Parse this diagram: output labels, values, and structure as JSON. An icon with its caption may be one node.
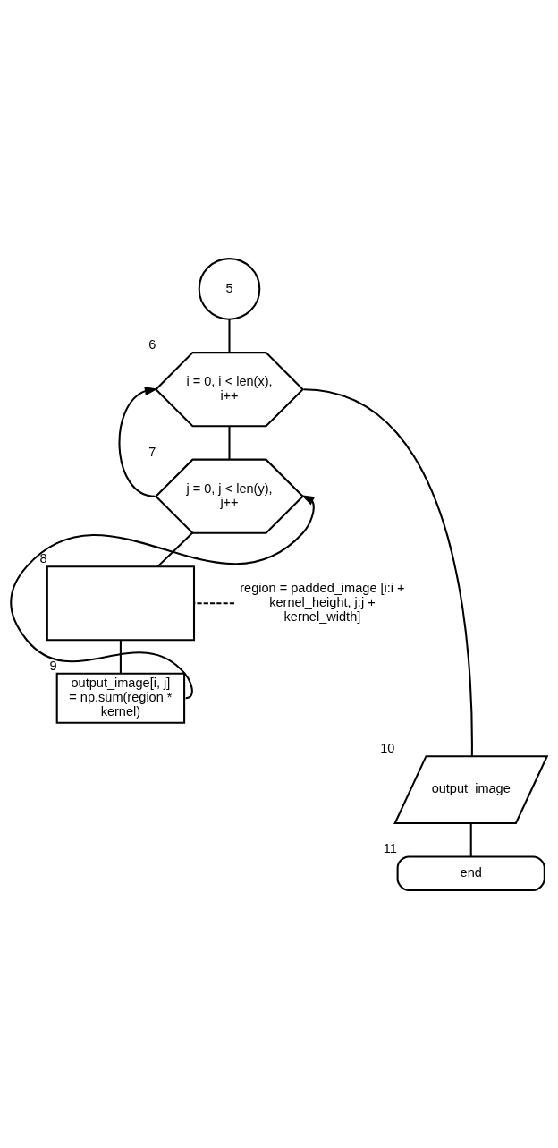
{
  "diagram": {
    "nodes": [
      {
        "text": [
          "5"
        ]
      },
      {
        "text": [
          "i = 0, i < len(x), i++"
        ],
        "beside": [
          "6"
        ]
      },
      {
        "text": [
          "j = 0, j < len(y), j++"
        ],
        "beside": [
          "7"
        ]
      },
      {
        "text": [
          "region = padded_image [i:i + kernel_height, j:j + kernel_width]"
        ]
      },
      {
        "text": [],
        "shape": "box",
        "beside": [
          "8"
        ]
      },
      {
        "text": [
          "output_image[i, j] = np.sum(region * kernel)"
        ],
        "beside": [
          "9"
        ]
      },
      {
        "text": [
          "output_image"
        ],
        "beside": [
          "10"
        ]
      },
      {
        "text": [
          "end"
        ],
        "beside": [
          "11"
        ]
      }
    ],
    "edges": [
      {
        "from": 0,
        "to": 1,
        "arrow": "none"
      },
      {
        "from": 1,
        "to": 2,
        "arrow": "none"
      },
      {
        "from": 2,
        "to": 4,
        "arrow": "none"
      },
      {
        "from": 3,
        "to": 4,
        "arrow": "none",
        "style": "dashed"
      },
      {
        "from": 4,
        "to": 5,
        "arrow": "none"
      },
      {
        "from": 5,
        "to": 2,
        "arrow": "to"
      },
      {
        "from": 2,
        "to": 1,
        "arrow": "to"
      },
      {
        "from": 1,
        "to": 6,
        "arrow": "none"
      },
      {
        "from": 6,
        "to": 7,
        "arrow": "none"
      }
    ]
  }
}
